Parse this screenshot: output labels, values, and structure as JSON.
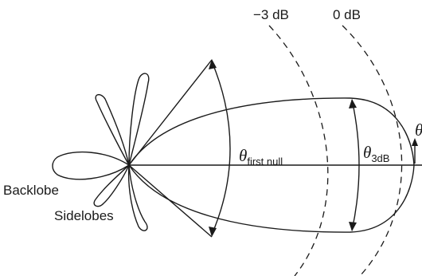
{
  "diagram": {
    "labels": {
      "minus_3db": "−3 dB",
      "zero_db": "0 dB",
      "backlobe": "Backlobe",
      "sidelobes": "Sidelobes",
      "theta_symbol": "θ",
      "first_null_subscript": "first null",
      "three_db_subscript": "3dB",
      "edge_theta": "θ"
    },
    "colors": {
      "line": "#1a1a1a",
      "background": "#ffffff"
    }
  }
}
